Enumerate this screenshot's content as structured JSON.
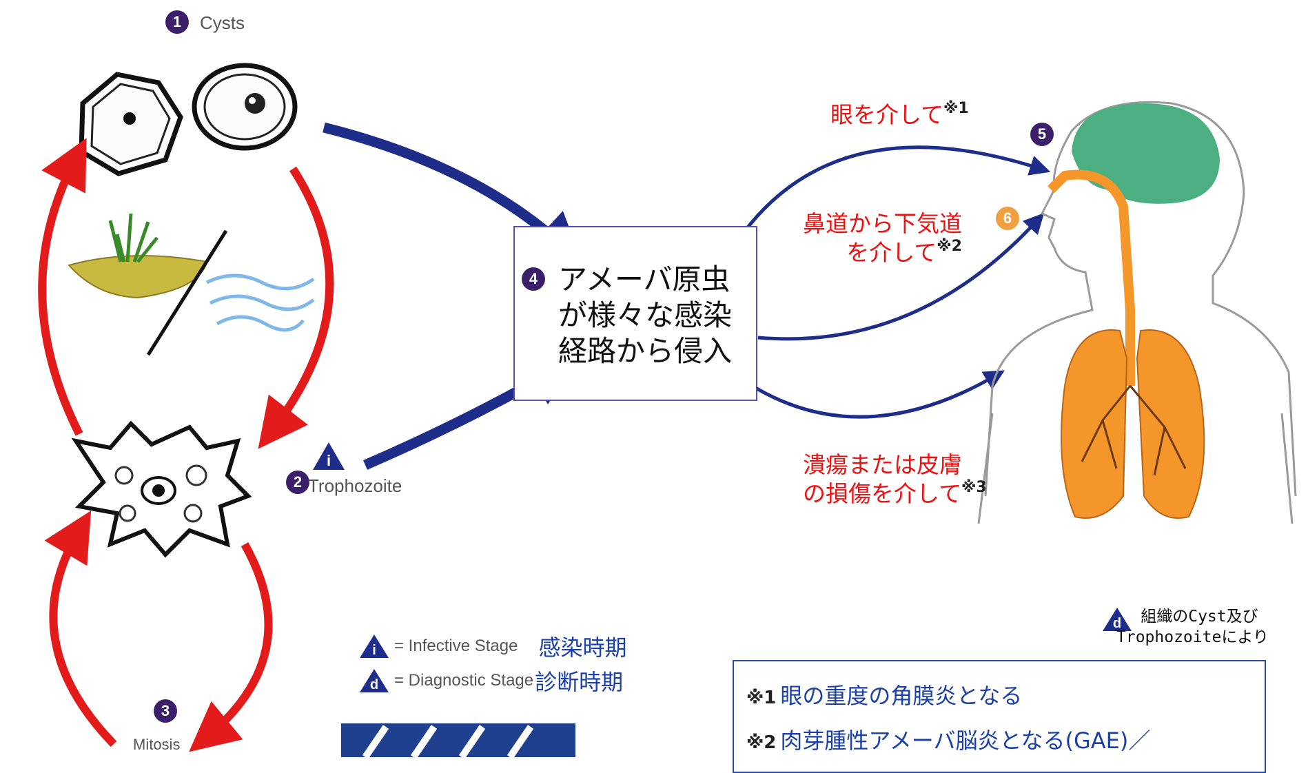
{
  "stages": {
    "s1": {
      "num": "1",
      "label": "Cysts"
    },
    "s2": {
      "num": "2",
      "label": "Trophozoite"
    },
    "s3": {
      "num": "3",
      "label": "Mitosis"
    },
    "s4": {
      "num": "4"
    },
    "s5": {
      "num": "5"
    },
    "s6": {
      "num": "6"
    }
  },
  "center_lines": [
    "アメーバ原虫",
    "が様々な感染",
    "経路から侵入"
  ],
  "routes": {
    "eye": {
      "text": "眼を介して",
      "mark": "※1"
    },
    "nose_line1": "鼻道から下気道",
    "nose_line2": "を介して",
    "nose_mark": "※2",
    "skin_line1": "潰瘍または皮膚",
    "skin_line2": "の損傷を介して",
    "skin_mark": "※3"
  },
  "legend": {
    "infective_symbol": "i",
    "infective_en": "= Infective Stage",
    "infective_ja": "感染時期",
    "diagnostic_symbol": "d",
    "diagnostic_en": "= Diagnostic Stage",
    "diagnostic_ja": "診断時期"
  },
  "tissue_note": {
    "symbol": "d",
    "line1": "組織のCyst及び",
    "line2": "Trophozoiteにより"
  },
  "notes": [
    {
      "mark": "※1",
      "text": "眼の重度の角膜炎となる"
    },
    {
      "mark": "※2",
      "text": "肉芽腫性アメーバ脳炎となる(GAE)／"
    }
  ],
  "colors": {
    "stage_badge": "#3b1f6b",
    "stage6_badge": "#f0a040",
    "red_arrow": "#e31b1b",
    "blue_arrow": "#1f2d8a",
    "route_text": "#ee1111",
    "legend_text": "#1a3fa8",
    "brain": "#4caf82",
    "lungs": "#f5962a"
  }
}
